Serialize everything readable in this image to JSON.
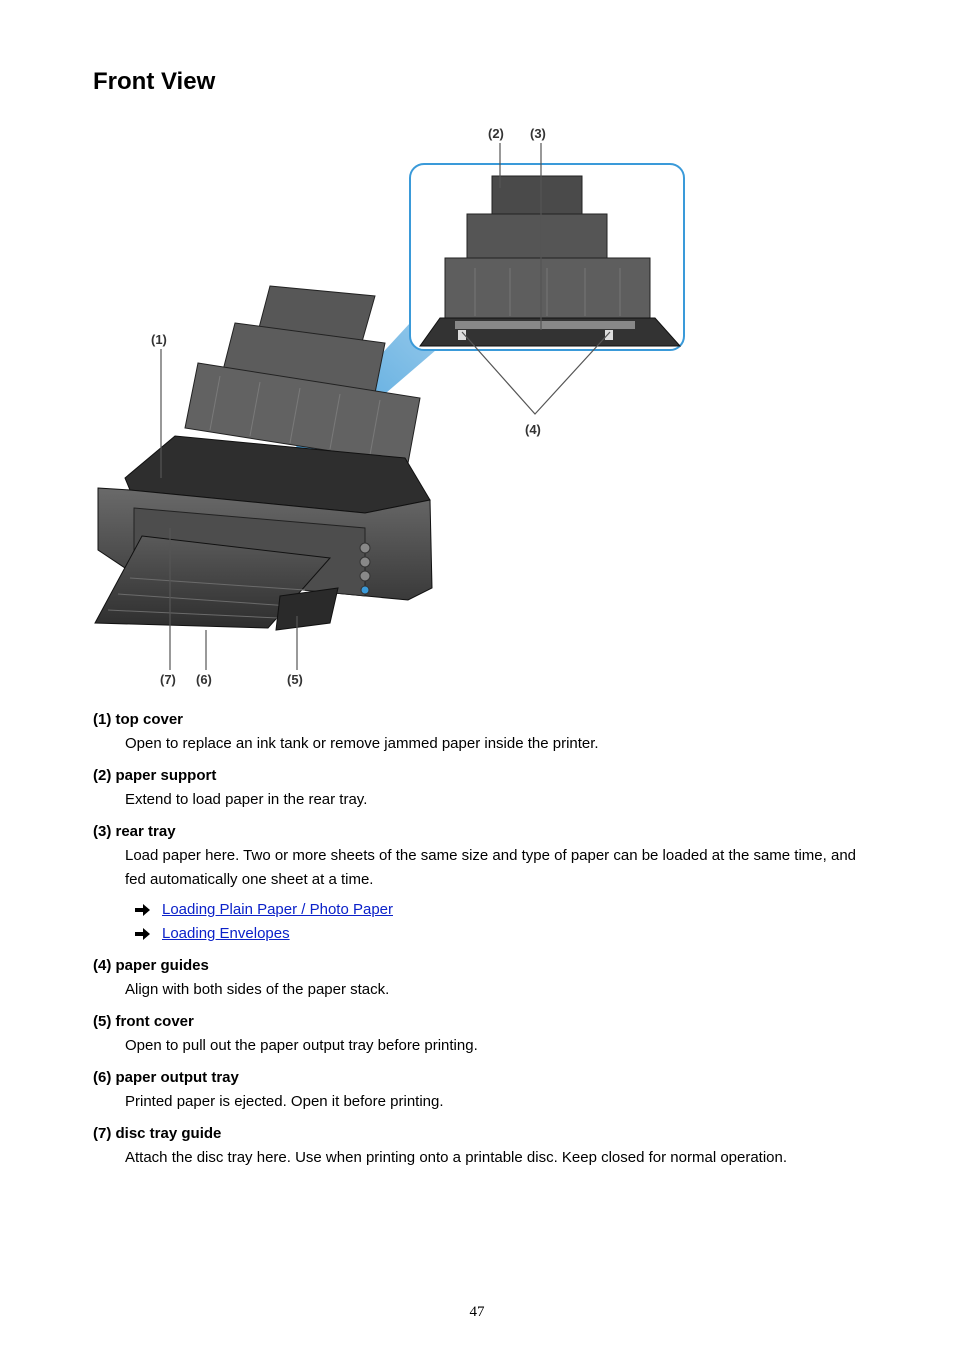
{
  "page": {
    "title": "Front View",
    "page_number": "47"
  },
  "figure": {
    "callouts": {
      "c1": "(1)",
      "c2": "(2)",
      "c3": "(3)",
      "c4": "(4)",
      "c5": "(5)",
      "c6": "(6)",
      "c7": "(7)"
    },
    "highlight_color": "#3a9ad9"
  },
  "parts": [
    {
      "title": "(1) top cover",
      "desc": "Open to replace an ink tank or remove jammed paper inside the printer."
    },
    {
      "title": "(2) paper support",
      "desc": "Extend to load paper in the rear tray."
    },
    {
      "title": "(3) rear tray",
      "desc": "Load paper here. Two or more sheets of the same size and type of paper can be loaded at the same time, and fed automatically one sheet at a time.",
      "links": [
        "Loading Plain Paper / Photo Paper",
        "Loading Envelopes"
      ]
    },
    {
      "title": "(4) paper guides",
      "desc": "Align with both sides of the paper stack."
    },
    {
      "title": "(5) front cover",
      "desc": "Open to pull out the paper output tray before printing."
    },
    {
      "title": "(6) paper output tray",
      "desc": "Printed paper is ejected. Open it before printing."
    },
    {
      "title": "(7) disc tray guide",
      "desc": "Attach the disc tray here. Use when printing onto a printable disc. Keep closed for normal operation."
    }
  ]
}
